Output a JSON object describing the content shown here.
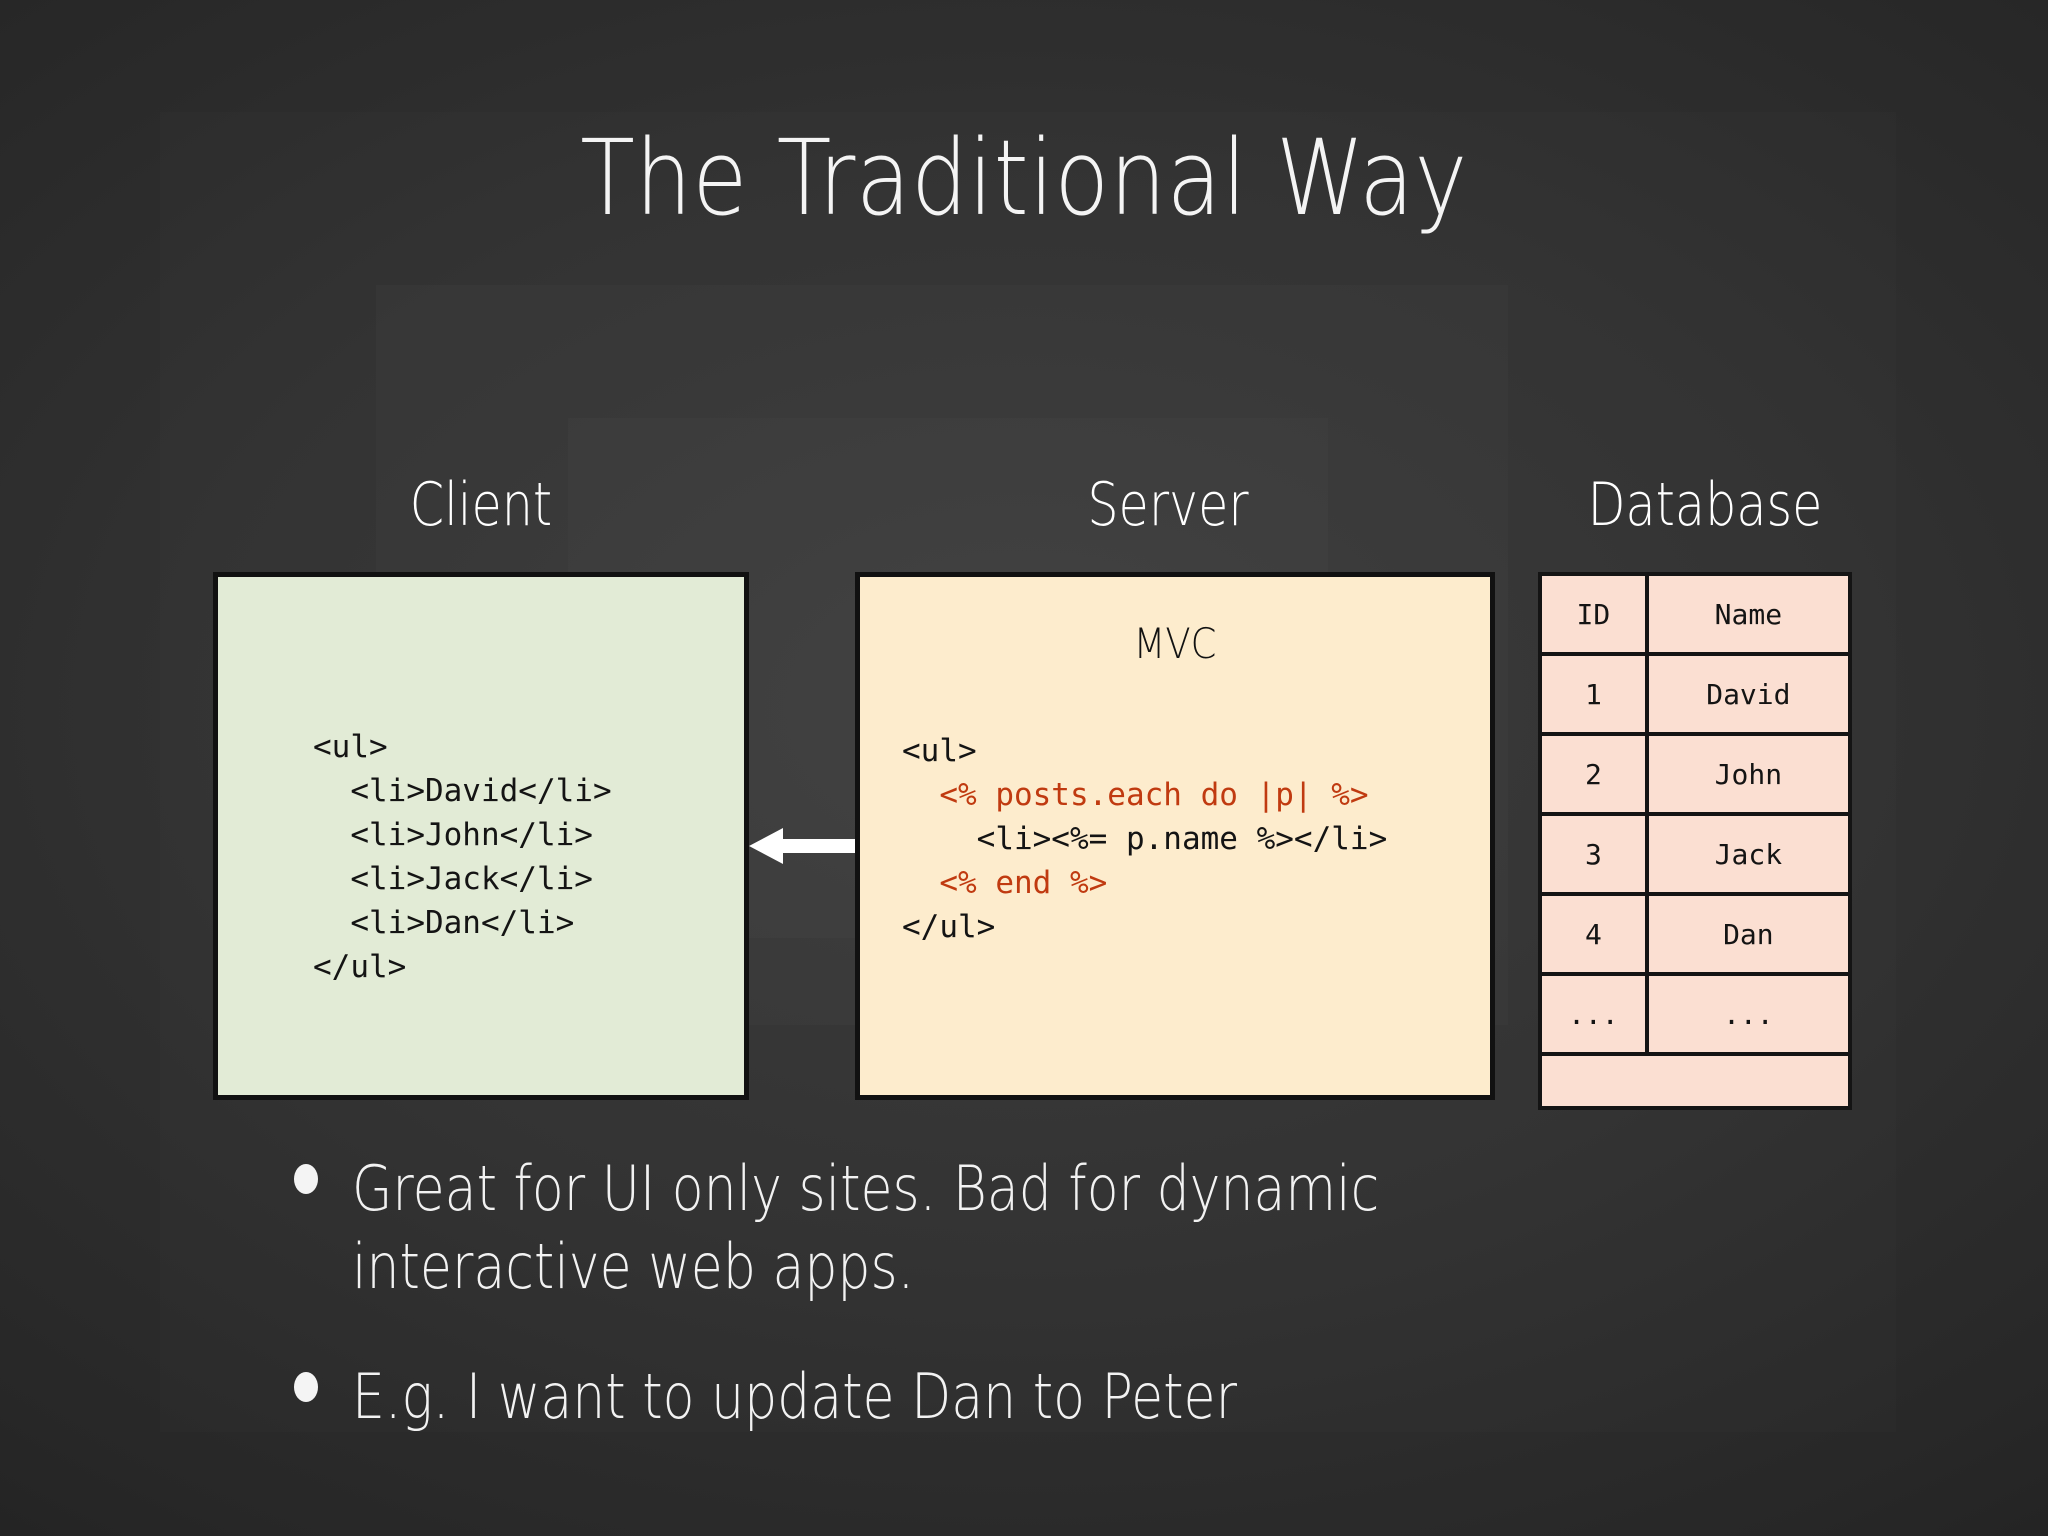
{
  "slide": {
    "title": "The Traditional Way",
    "background_color": "#2e2e2e",
    "title_color": "#f4f4f4"
  },
  "columns": {
    "client_heading": "Client",
    "server_heading": "Server",
    "database_heading": "Database"
  },
  "client": {
    "box_color": "#e2ebd6",
    "code": "<ul>\n  <li>David</li>\n  <li>John</li>\n  <li>Jack</li>\n  <li>Dan</li>\n</ul>"
  },
  "server": {
    "box_color": "#fdeccd",
    "label": "MVC",
    "accent_color": "#c03a10",
    "code_lines": [
      {
        "indent": 0,
        "segments": [
          {
            "text": "<ul>",
            "erb": false
          }
        ]
      },
      {
        "indent": 1,
        "segments": [
          {
            "text": "<% posts.each do |p| %>",
            "erb": true
          }
        ]
      },
      {
        "indent": 2,
        "segments": [
          {
            "text": "<li><%= p.name %></li>",
            "erb": false
          }
        ]
      },
      {
        "indent": 1,
        "segments": [
          {
            "text": "<% end %>",
            "erb": true
          }
        ]
      },
      {
        "indent": 0,
        "segments": [
          {
            "text": "</ul>",
            "erb": false
          }
        ]
      }
    ]
  },
  "database": {
    "box_color": "#fbdfd2",
    "columns": [
      "ID",
      "Name"
    ],
    "rows": [
      [
        "1",
        "David"
      ],
      [
        "2",
        "John"
      ],
      [
        "3",
        "Jack"
      ],
      [
        "4",
        "Dan"
      ],
      [
        "...",
        "..."
      ]
    ],
    "has_trailing_blank_row": true
  },
  "arrow": {
    "direction": "left",
    "color": "#ffffff",
    "from": "server",
    "to": "client"
  },
  "bullets": [
    "Great for UI only sites. Bad for dynamic interactive web apps.",
    "E.g. I want to update Dan to Peter"
  ]
}
